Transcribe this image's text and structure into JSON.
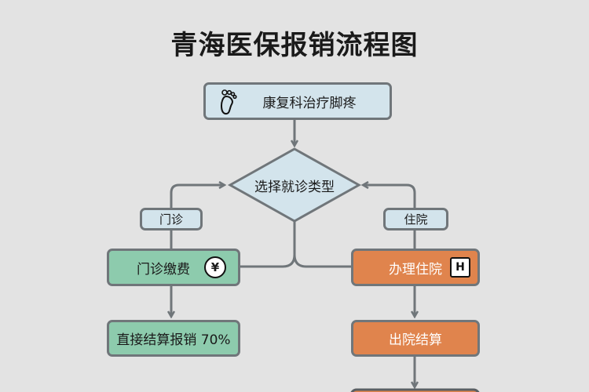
{
  "title": "青海医保报销流程图",
  "nodes": {
    "start": "康复科治疗脚疼",
    "decision": "选择就诊类型",
    "outpatient_label": "门诊",
    "inpatient_label": "住院",
    "outpatient_pay": "门诊缴费",
    "outpatient_settle": "直接结算报销 70%",
    "inpatient_admit": "办理住院",
    "inpatient_settle": "出院结算"
  },
  "icons": {
    "yen": "¥",
    "hospital": "H"
  },
  "colors": {
    "blue": "#d3e4ec",
    "green": "#8dcbad",
    "orange": "#e0844d",
    "stroke": "#70767a"
  }
}
